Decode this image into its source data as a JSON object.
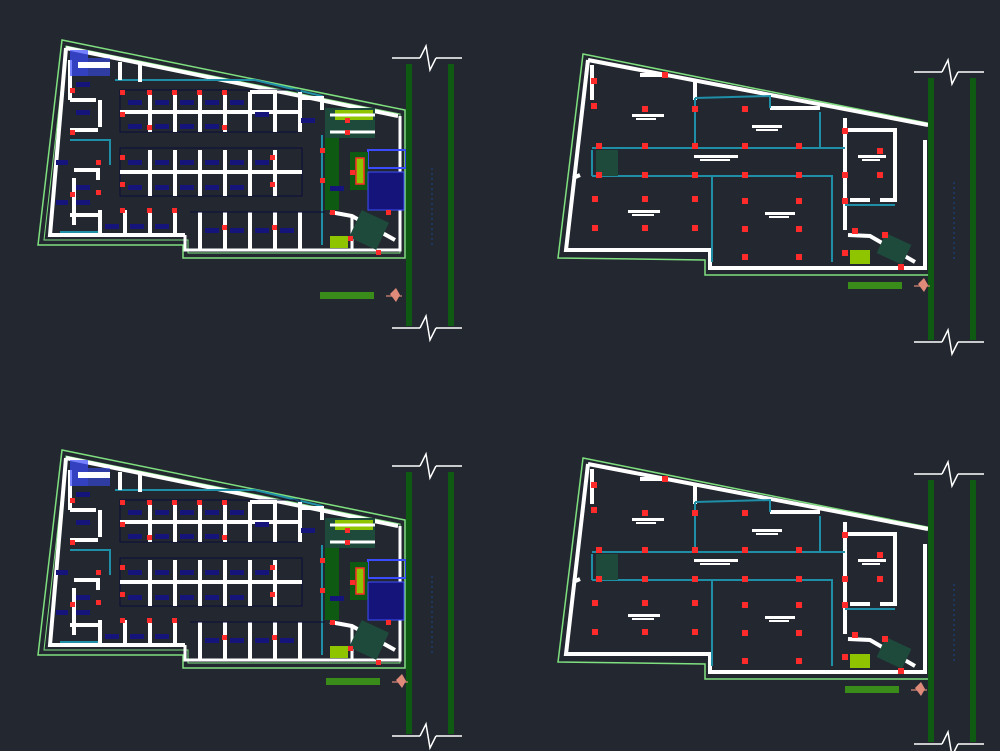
{
  "viewport": {
    "background": "#232830"
  },
  "colors": {
    "wall": "#ffffff",
    "boundary": "#7fe07f",
    "partition": "#1f8fa8",
    "fixture": "#ff2a2a",
    "desk": "#14147a",
    "greenbar": "#3a8c1a",
    "column": "#0f5a12",
    "stair": "#1e4a3c",
    "accent": "#8fc400",
    "north": "#e08a7a",
    "furniture": "#3b4cff"
  },
  "plans": [
    {
      "id": "plan-1",
      "type": "furniture-layout"
    },
    {
      "id": "plan-2",
      "type": "lighting-layout"
    },
    {
      "id": "plan-3",
      "type": "furniture-layout"
    },
    {
      "id": "plan-4",
      "type": "lighting-layout"
    }
  ]
}
